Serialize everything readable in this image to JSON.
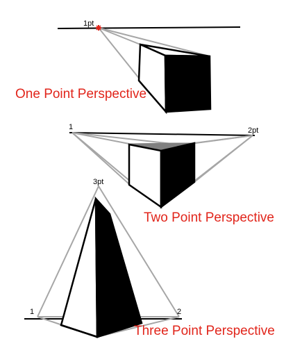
{
  "colors": {
    "caption": "#e1251b",
    "vanishing_marker": "#e1251b",
    "construction_lines": "#a6a6a6",
    "shaded_face": "#000000",
    "top_face": "#808080",
    "light_face": "#ffffff"
  },
  "one_point": {
    "vp_label": "1pt",
    "caption": "One Point Perspective"
  },
  "two_point": {
    "vp_left_label": "1",
    "vp_right_label": "2pt",
    "caption": "Two Point Perspective"
  },
  "three_point": {
    "vp_top_label": "3pt",
    "vp_left_label": "1",
    "vp_right_label": "2",
    "caption": "Three Point Perspective"
  }
}
